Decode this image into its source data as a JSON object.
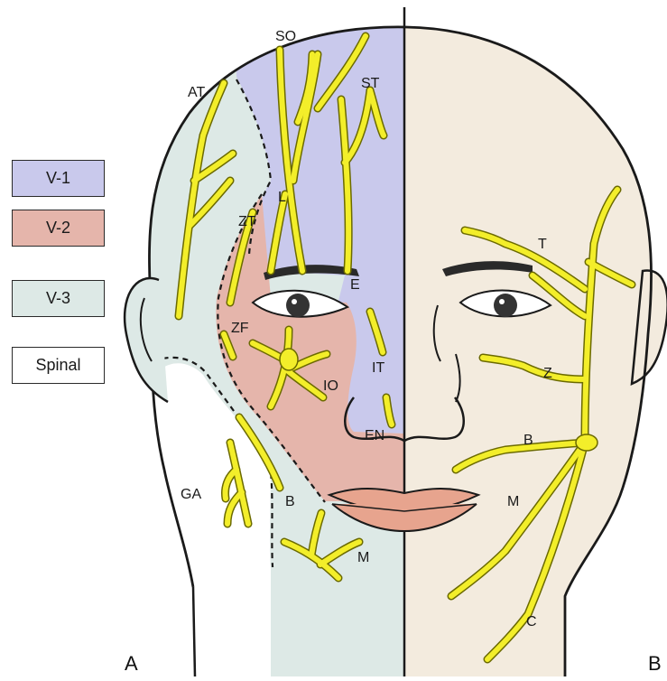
{
  "legend": [
    {
      "label": "V-1",
      "color": "#c9c9ec"
    },
    {
      "label": "V-2",
      "color": "#e5b5ab"
    },
    {
      "label": "V-3",
      "color": "#dde9e6"
    },
    {
      "label": "Spinal",
      "color": "#ffffff"
    }
  ],
  "panels": {
    "left": "A",
    "right": "B"
  },
  "labels_a": {
    "so": "SO",
    "st": "ST",
    "at": "AT",
    "l": "L",
    "zt": "ZT",
    "e": "E",
    "zf": "ZF",
    "it": "IT",
    "io": "IO",
    "en": "EN",
    "ga": "GA",
    "b": "B",
    "m": "M"
  },
  "labels_b": {
    "t": "T",
    "z": "Z",
    "b": "B",
    "m": "M",
    "c": "C"
  },
  "colors": {
    "nerve": "#f3ee2a",
    "nerve_outline": "#6b6a00",
    "skin_right": "#f3ebde",
    "lips": "#e7a48e",
    "outline": "#1a1a1a"
  }
}
